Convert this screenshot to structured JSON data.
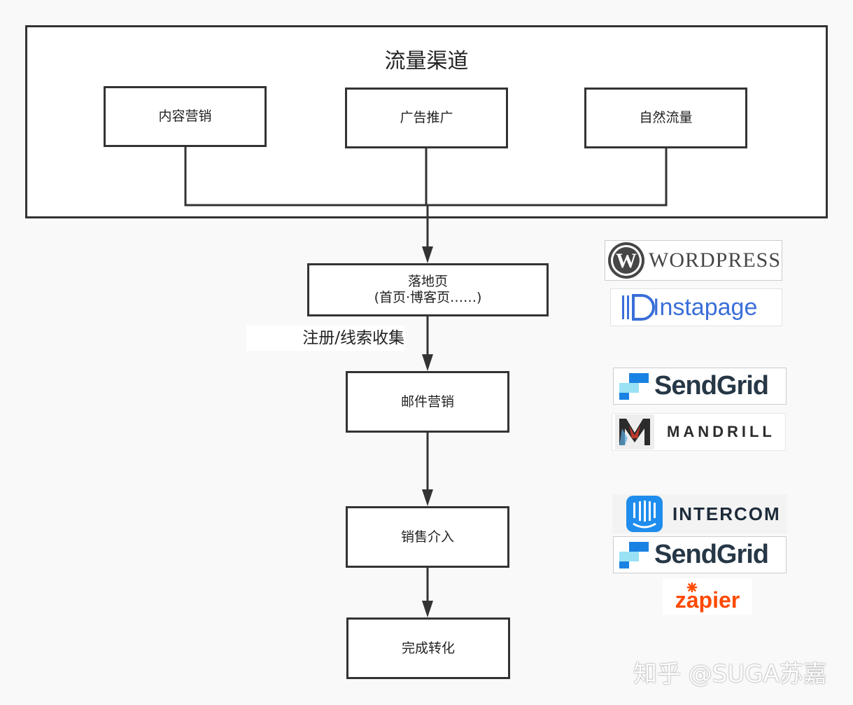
{
  "channels": {
    "title": "流量渠道",
    "items": [
      "内容营销",
      "广告推广",
      "自然流量"
    ]
  },
  "funnel": {
    "landing": {
      "line1": "落地页",
      "line2": "(首页·博客页……)"
    },
    "signup_label": "注册/线索收集",
    "email": "邮件营销",
    "sales": "销售介入",
    "conversion": "完成转化"
  },
  "tools": {
    "landing": [
      "WordPress",
      "Instapage"
    ],
    "email": [
      "SendGrid",
      "MANDRILL"
    ],
    "sales": [
      "INTERCOM",
      "SendGrid",
      "zapier"
    ]
  },
  "logo_text": {
    "wordpress": "WORDPRESS",
    "instapage": "Instapage",
    "sendgrid": "SendGrid",
    "mandrill": "MANDRILL",
    "intercom": "INTERCOM",
    "zapier": "zapier"
  },
  "colors": {
    "wordpress": "#464646",
    "instapage": "#3a6fd8",
    "sendgrid_dark": "#1a82e2",
    "sendgrid_light": "#99e1f4",
    "intercom": "#1f8ded",
    "zapier": "#ff4a00",
    "mandrill_accent": "#c0392b"
  },
  "watermark": "知乎 @SUGA苏嘉"
}
